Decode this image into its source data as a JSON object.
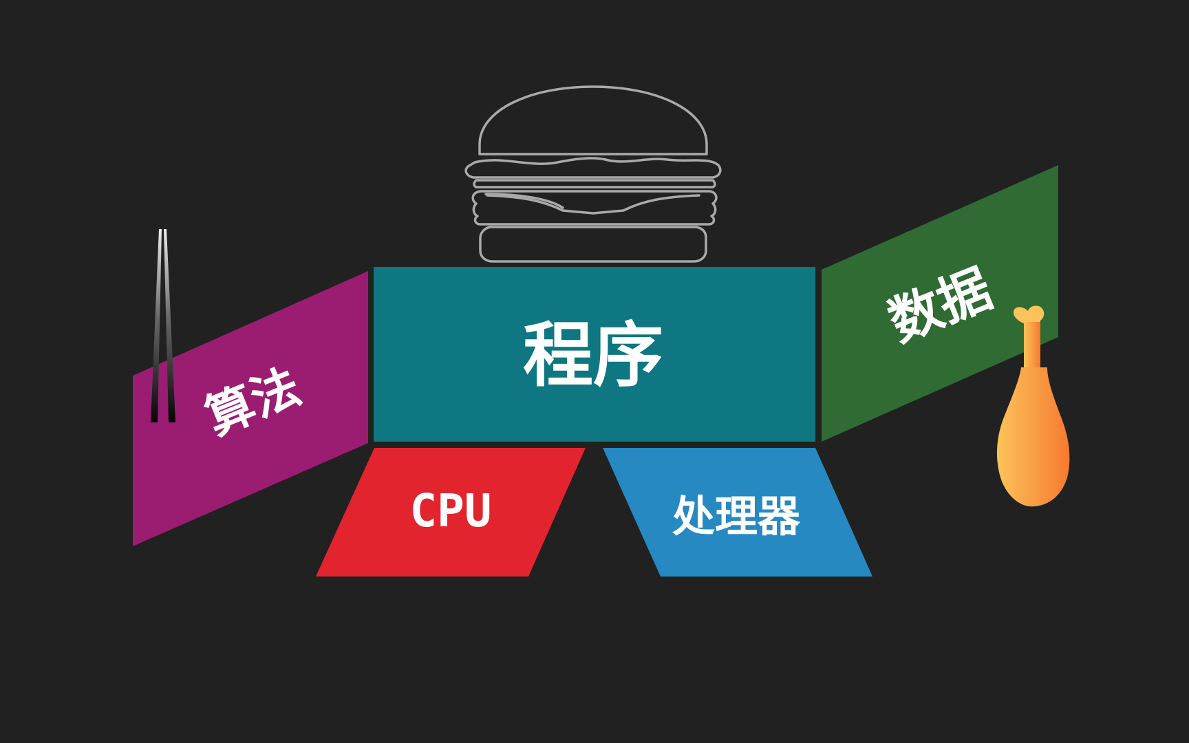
{
  "diagram": {
    "center_block": {
      "label": "程序",
      "color": "#0e7781"
    },
    "left_block": {
      "label": "算法",
      "color": "#9b1d72"
    },
    "right_block": {
      "label": "数据",
      "color": "#306b34"
    },
    "bottom_left_block": {
      "label": "CPU",
      "color": "#e2242e"
    },
    "bottom_right_block": {
      "label": "处理器",
      "color": "#2689c1"
    },
    "icons": {
      "top": "hamburger-icon",
      "left": "chopsticks-icon",
      "right": "chicken-drumstick-icon"
    },
    "colors": {
      "background": "#212121",
      "outline": "#a9a9a9",
      "drumstick_light": "#fcc35a",
      "drumstick_dark": "#f67a2f"
    }
  }
}
